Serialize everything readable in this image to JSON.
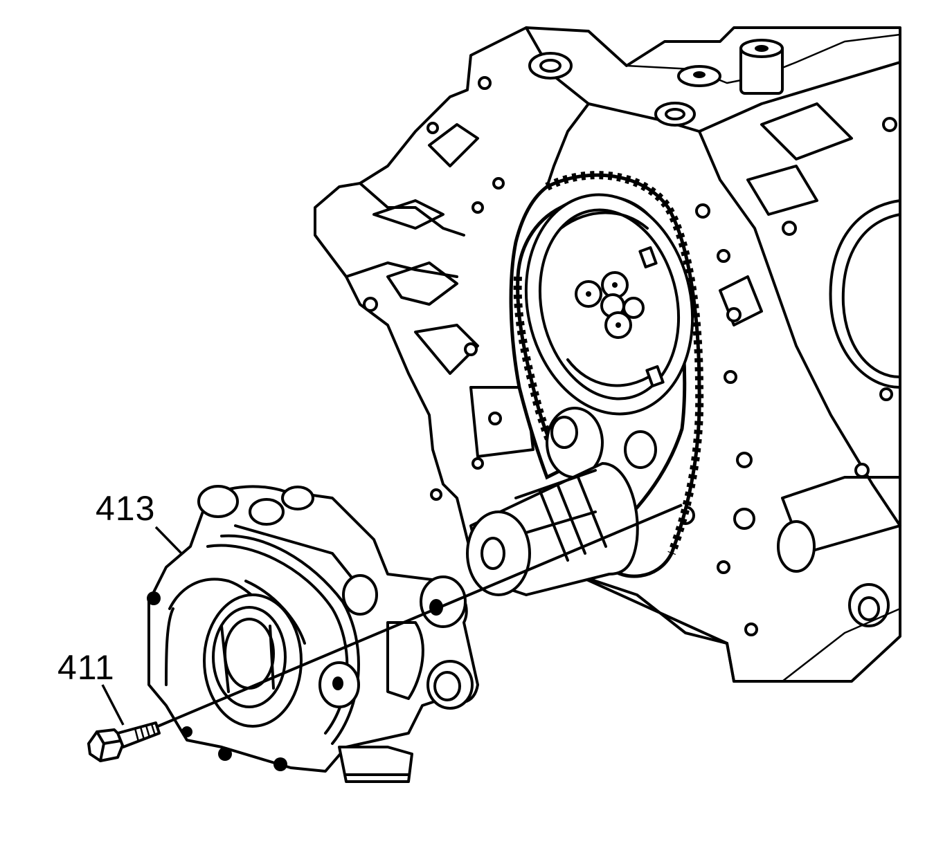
{
  "figure": {
    "callouts": [
      {
        "id": "413",
        "label": "413"
      },
      {
        "id": "411",
        "label": "411"
      }
    ],
    "colors": {
      "ink": "#000000",
      "paper": "#ffffff"
    }
  }
}
